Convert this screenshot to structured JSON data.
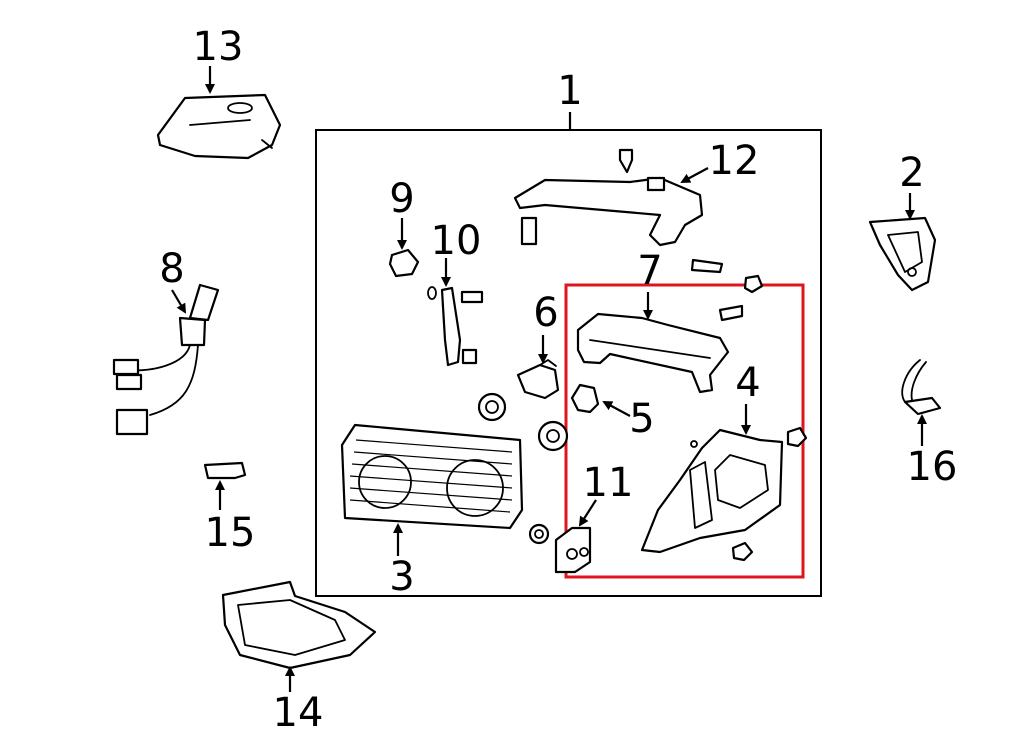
{
  "callouts": {
    "c1": "1",
    "c2": "2",
    "c3": "3",
    "c4": "4",
    "c5": "5",
    "c6": "6",
    "c7": "7",
    "c8": "8",
    "c9": "9",
    "c10": "10",
    "c11": "11",
    "c12": "12",
    "c13": "13",
    "c14": "14",
    "c15": "15",
    "c16": "16"
  },
  "highlight_color": "#e0141e"
}
